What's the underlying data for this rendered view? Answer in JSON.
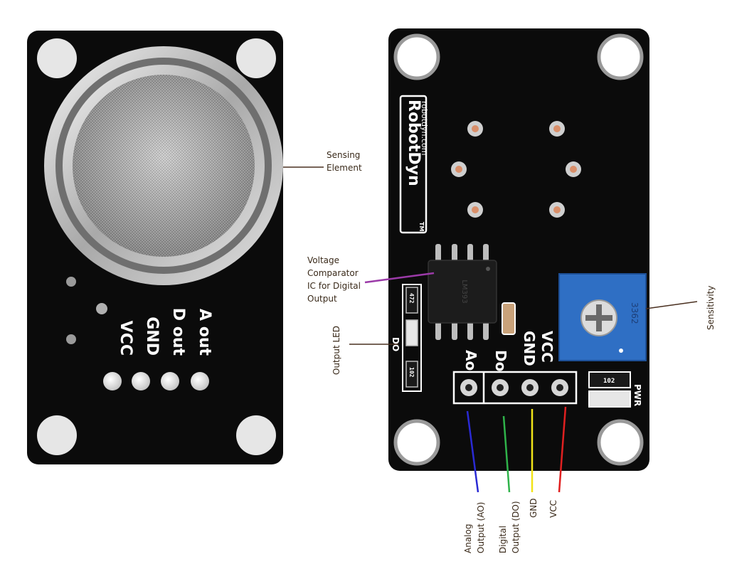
{
  "left_board": {
    "pin_labels": [
      "VCC",
      "GND",
      "D out",
      "A out"
    ]
  },
  "right_board": {
    "logo": "RobotDyn",
    "logo_tm": "TM",
    "website": "robotdyn.com",
    "header_labels": [
      "Ao",
      "Do",
      "GND",
      "VCC"
    ],
    "pwr_label": "PWR",
    "do_label": "DO",
    "resistor_top": "102",
    "resistor_mid": "472",
    "resistor_bottom": "102",
    "pot_marking": "3362",
    "ic_marking": "LM393"
  },
  "annotations": {
    "sensing_element": [
      "Sensing",
      "Element"
    ],
    "voltage_comparator": [
      "Voltage",
      "Comparator",
      "IC for Digital",
      "Output"
    ],
    "output_led": "Output LED",
    "sensitivity": "Sensitivity",
    "analog_output": [
      "Analog",
      "Output (AO)"
    ],
    "digital_output": [
      "Digital",
      "Output (DO)"
    ],
    "gnd": "GND",
    "vcc": "VCC"
  },
  "colors": {
    "board": "#0b0b0b",
    "pad_white": "#ececec",
    "pot_blue": "#2f6fc4",
    "line_analog": "#2a2ad4",
    "line_digital": "#2fb34a",
    "line_gnd": "#f2e418",
    "line_vcc": "#e02020",
    "line_comparator": "#9b3aa8",
    "line_default": "#4a3020"
  }
}
